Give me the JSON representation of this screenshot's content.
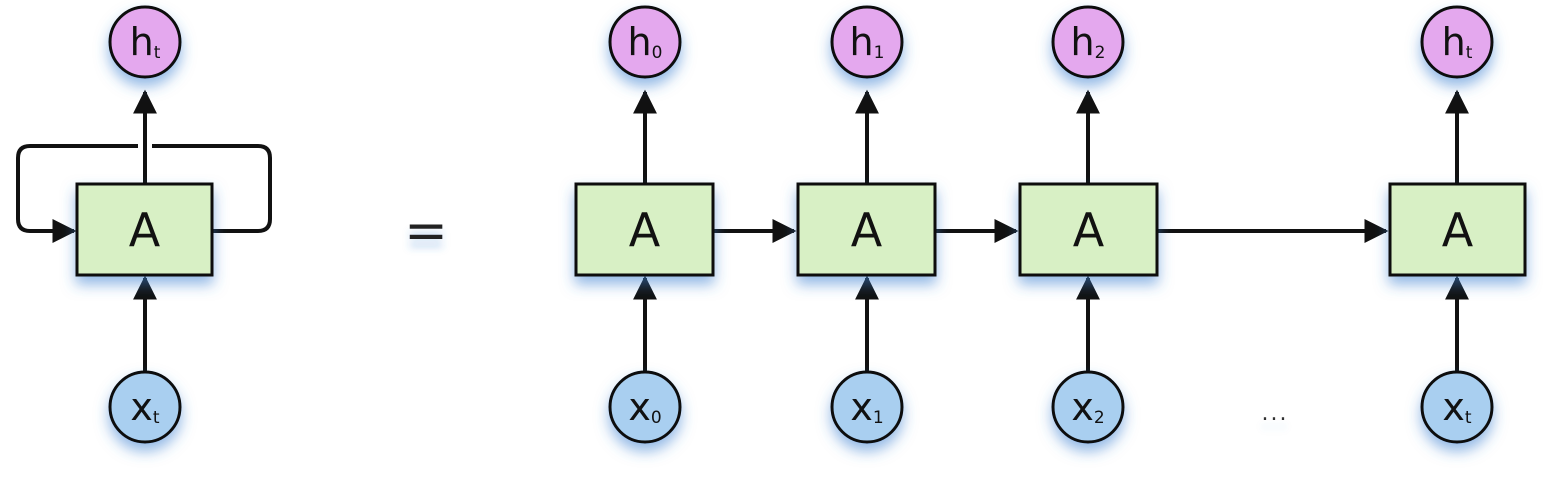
{
  "rolled": {
    "cell_label": "A",
    "output": {
      "main": "h",
      "sub": "t"
    },
    "input": {
      "main": "x",
      "sub": "t"
    }
  },
  "equals": "=",
  "unrolled": [
    {
      "cell_label": "A",
      "output": {
        "main": "h",
        "sub": "0"
      },
      "input": {
        "main": "x",
        "sub": "0"
      }
    },
    {
      "cell_label": "A",
      "output": {
        "main": "h",
        "sub": "1"
      },
      "input": {
        "main": "x",
        "sub": "1"
      }
    },
    {
      "cell_label": "A",
      "output": {
        "main": "h",
        "sub": "2"
      },
      "input": {
        "main": "x",
        "sub": "2"
      }
    },
    {
      "cell_label": "A",
      "output": {
        "main": "h",
        "sub": "t"
      },
      "input": {
        "main": "x",
        "sub": "t"
      }
    }
  ],
  "ellipsis": "...",
  "colors": {
    "cell_fill": "#d8f0c5",
    "output_fill": "#e4a8ee",
    "input_fill": "#a9cff0",
    "stroke": "#111111",
    "glow": "#3a7fd0"
  }
}
